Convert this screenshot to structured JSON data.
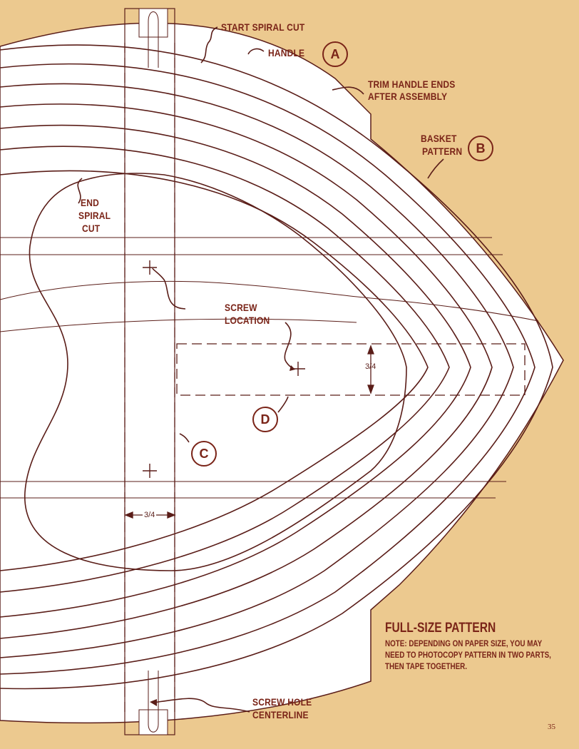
{
  "labels": {
    "start_spiral_cut": "START SPIRAL CUT",
    "handle": "HANDLE",
    "handle_letter": "A",
    "trim_handle_ends_1": "TRIM HANDLE ENDS",
    "trim_handle_ends_2": "AFTER ASSEMBLY",
    "basket_1": "BASKET",
    "basket_2": "PATTERN",
    "basket_letter": "B",
    "end_1": "END",
    "end_2": "SPIRAL",
    "end_3": "CUT",
    "screw_1": "SCREW",
    "screw_2": "LOCATION",
    "letter_c": "C",
    "letter_d": "D",
    "dim_right": "3/4",
    "dim_left": "3/4",
    "screw_hole_1": "SCREW HOLE",
    "screw_hole_2": "CENTERLINE"
  },
  "full_size": {
    "title": "FULL-SIZE PATTERN",
    "note": "NOTE: DEPENDING ON PAPER SIZE, YOU MAY NEED TO PHOTOCOPY PATTERN IN TWO PARTS, THEN TAPE TOGETHER."
  },
  "page_number": "35",
  "colors": {
    "background": "#ecc98f",
    "paper": "#ffffff",
    "ink": "#5a1d18",
    "label": "#7a2418"
  }
}
